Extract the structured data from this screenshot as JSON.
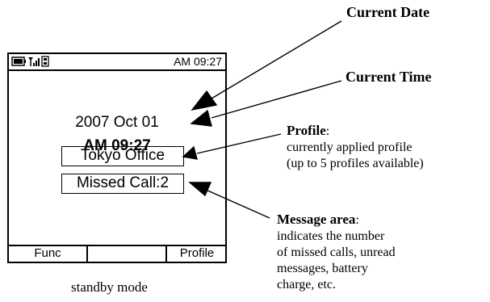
{
  "screen": {
    "status_time": "AM 09:27",
    "date": "2007 Oct 01",
    "time": "AM 09:27",
    "profile": "Tokyo Office",
    "message": "Missed Call:2",
    "softkeys": [
      "Func",
      "",
      "Profile"
    ],
    "status_icons": [
      "battery-icon",
      "signal-icon",
      "memory-card-icon"
    ]
  },
  "caption": "standby mode",
  "callouts": {
    "current_date": "Current Date",
    "current_time": "Current Time",
    "profile_title": "Profile",
    "profile_colon": ":",
    "profile_desc": [
      "currently applied profile",
      "(up to 5 profiles available)"
    ],
    "message_title": "Message area",
    "message_colon": ":",
    "message_desc": [
      "indicates the number",
      "of missed calls, unread",
      "messages, battery",
      "charge, etc."
    ]
  }
}
